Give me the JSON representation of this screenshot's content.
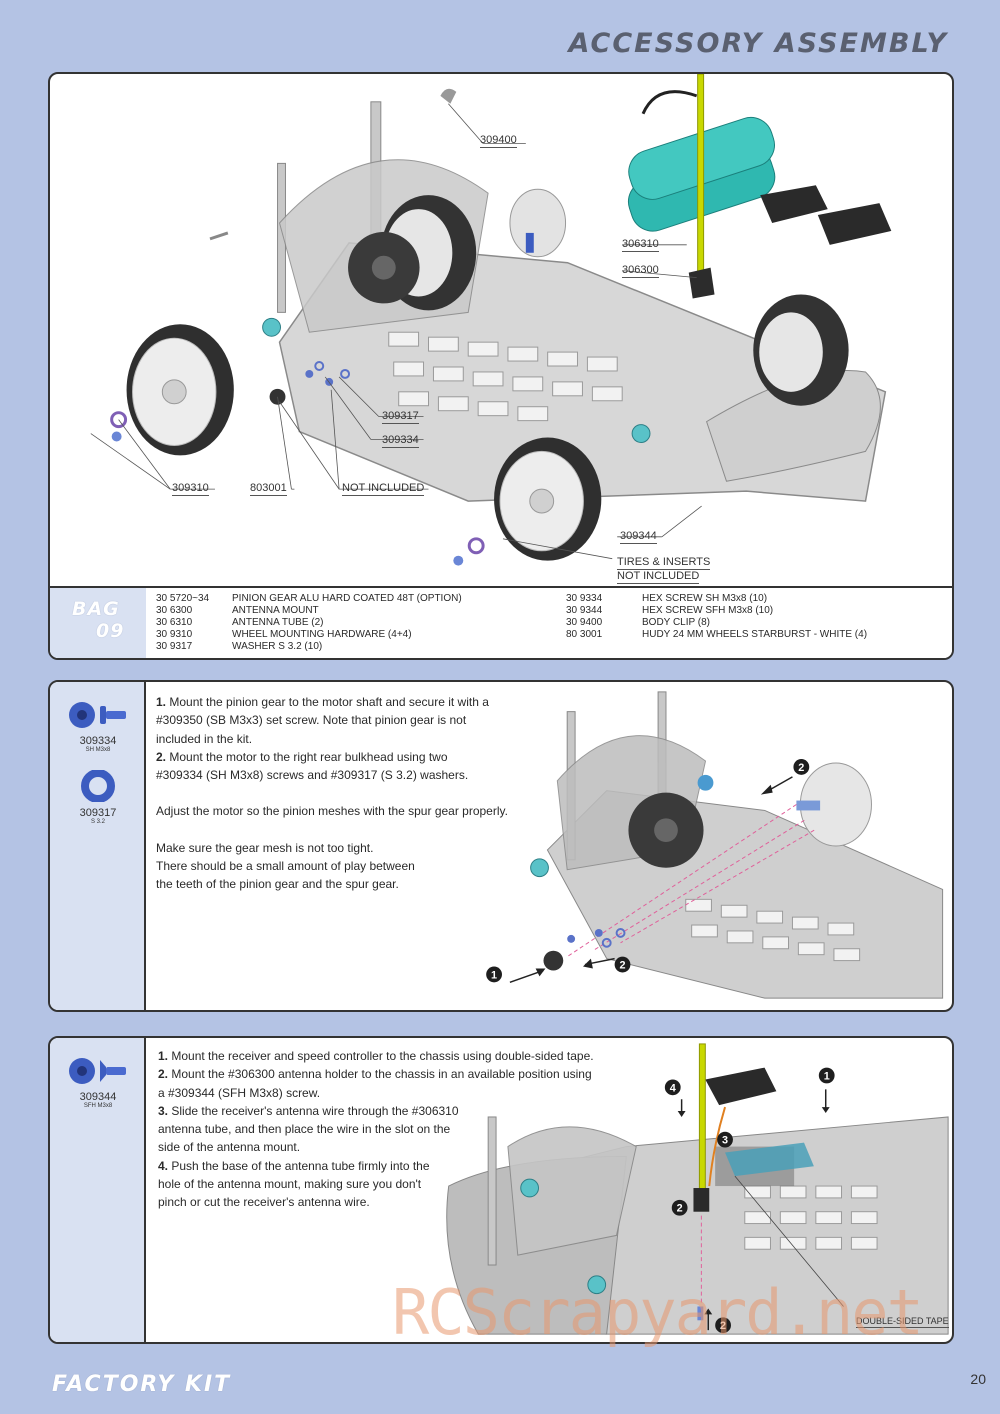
{
  "header": {
    "title": "ACCESSORY ASSEMBLY"
  },
  "panel1": {
    "callouts": {
      "c309400": "309400",
      "c306310": "306310",
      "c306300": "306300",
      "c309317": "309317",
      "c309334": "309334",
      "c309310": "309310",
      "c803001": "803001",
      "not_included": "NOT INCLUDED",
      "c309344": "309344",
      "tires_line1": "TIRES & INSERTS",
      "tires_line2": "NOT INCLUDED"
    },
    "bag": {
      "word": "BAG",
      "number": "09"
    },
    "parts_left": [
      {
        "code": "30 5720~34",
        "desc": "PINION GEAR ALU HARD COATED 48T (OPTION)"
      },
      {
        "code": "30 6300",
        "desc": "ANTENNA MOUNT"
      },
      {
        "code": "30 6310",
        "desc": "ANTENNA TUBE (2)"
      },
      {
        "code": "30 9310",
        "desc": "WHEEL MOUNTING HARDWARE (4+4)"
      },
      {
        "code": "30 9317",
        "desc": "WASHER S 3.2 (10)"
      }
    ],
    "parts_right": [
      {
        "code": "30 9334",
        "desc": "HEX SCREW  SH M3x8  (10)"
      },
      {
        "code": "30 9344",
        "desc": "HEX SCREW  SFH M3x8  (10)"
      },
      {
        "code": "30 9400",
        "desc": "BODY CLIP (8)"
      },
      {
        "code": "80 3001",
        "desc": "HUDY 24 MM WHEELS STARBURST - WHITE (4)"
      }
    ]
  },
  "panel2": {
    "sidebar": [
      {
        "num": "309334",
        "sub": "SH M3x8"
      },
      {
        "num": "309317",
        "sub": "S 3.2"
      }
    ],
    "steps": {
      "s1_num": "1.",
      "s1_l1": "Mount the pinion gear to the motor shaft and secure it with a",
      "s1_l2": "#309350 (SB M3x3) set screw. Note that pinion gear is not",
      "s1_l3": "included in the kit.",
      "s2_num": "2.",
      "s2_l1": "Mount the motor to the right rear bulkhead using two",
      "s2_l2": "#309334 (SH M3x8) screws and #309317 (S 3.2) washers.",
      "adjust": "Adjust the motor so the pinion meshes with the spur gear properly.",
      "mesh": "Make sure the gear mesh is not too tight.",
      "play_l1": "There should be a small amount of play between",
      "play_l2": "the teeth of the pinion gear and the spur gear."
    },
    "markers": {
      "m1": "1",
      "m2a": "2",
      "m2b": "2"
    }
  },
  "panel3": {
    "sidebar": [
      {
        "num": "309344",
        "sub": "SFH M3x8"
      }
    ],
    "steps": {
      "s1_num": "1.",
      "s1_l1": "Mount the receiver and speed controller to the chassis using double-sided tape.",
      "s2_num": "2.",
      "s2_l1": "Mount the #306300 antenna holder to the chassis in an available position using",
      "s2_l2": "a #309344 (SFH M3x8) screw.",
      "s3_num": "3.",
      "s3_l1": "Slide the receiver's antenna wire through the #306310",
      "s3_l2": "antenna tube, and then place the wire in the slot on the",
      "s3_l3": "side of the antenna mount.",
      "s4_num": "4.",
      "s4_l1": "Push the base of the antenna tube firmly into the",
      "s4_l2": "hole of the antenna mount, making sure you don't",
      "s4_l3": "pinch or cut the receiver's antenna wire."
    },
    "markers": {
      "m4": "4",
      "m1": "1",
      "m3": "3",
      "m2a": "2",
      "m2b": "2"
    },
    "tape_label": "DOUBLE-SIDED TAPE"
  },
  "footer": {
    "logo": "FACTORY KIT",
    "page": "20"
  },
  "watermark": "RCScrapyard.net",
  "colors": {
    "background": "#b4c3e4",
    "sidebar": "#d9e1f2",
    "accent_blue": "#3c5cc0",
    "battery": "#2fb8b0",
    "antenna": "#c8d800"
  }
}
